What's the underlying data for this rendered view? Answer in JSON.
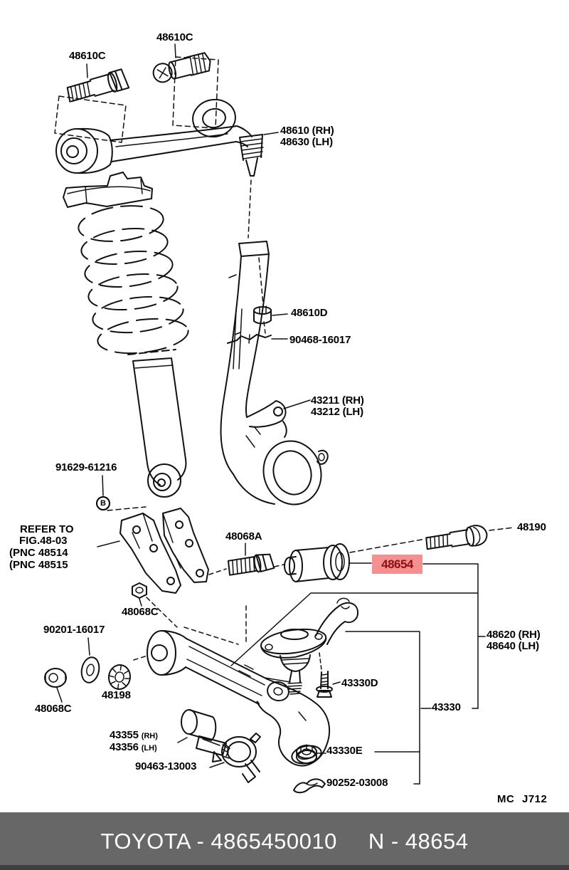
{
  "labels": {
    "bolt_upper_left": "48610C",
    "bolt_upper_right": "48610C",
    "upper_arm_rh": "48610 (RH)",
    "upper_arm_lh": "48630 (LH)",
    "camber_spacer": "48610D",
    "clip_90468": "90468-16017",
    "knuckle_rh": "43211 (RH)",
    "knuckle_lh": "43212 (LH)",
    "strut_nut": "91629-61216",
    "strut_nut_marker": "B",
    "refer_note_l1": "REFER TO",
    "refer_note_l2": "FIG.48-03",
    "refer_note_l3": "(PNC 48514",
    "refer_note_l4": "(PNC 48515",
    "bracket_bolt": "48068A",
    "bushing_highlight": "48654",
    "cam_bolt": "48190",
    "nut_upper": "48068C",
    "washer_plate": "90201-16017",
    "washer_toothed": "48198",
    "nut_lower": "48068C",
    "lower_arm_rh": "48620 (RH)",
    "lower_arm_lh": "48640 (LH)",
    "balljoint_bolt": "43330D",
    "balljoint": "43330",
    "clamp_rh_num": "43355",
    "clamp_rh_suffix": "(RH)",
    "clamp_lh_num": "43356",
    "clamp_lh_suffix": "(LH)",
    "hose_clamp": "90463-13003",
    "castle_nut": "43330E",
    "cotter_pin": "90252-03008"
  },
  "watermark": "MC J712",
  "highlight_colors": {
    "bg": "#f59090",
    "fg": "#8a1111"
  },
  "footer": {
    "left_text": "TOYOTA - 4865450010",
    "right_text": "N - 48654",
    "bg": "#676767",
    "strip": "#3e3e3e",
    "fg": "#ffffff"
  },
  "line_color": "#111111"
}
